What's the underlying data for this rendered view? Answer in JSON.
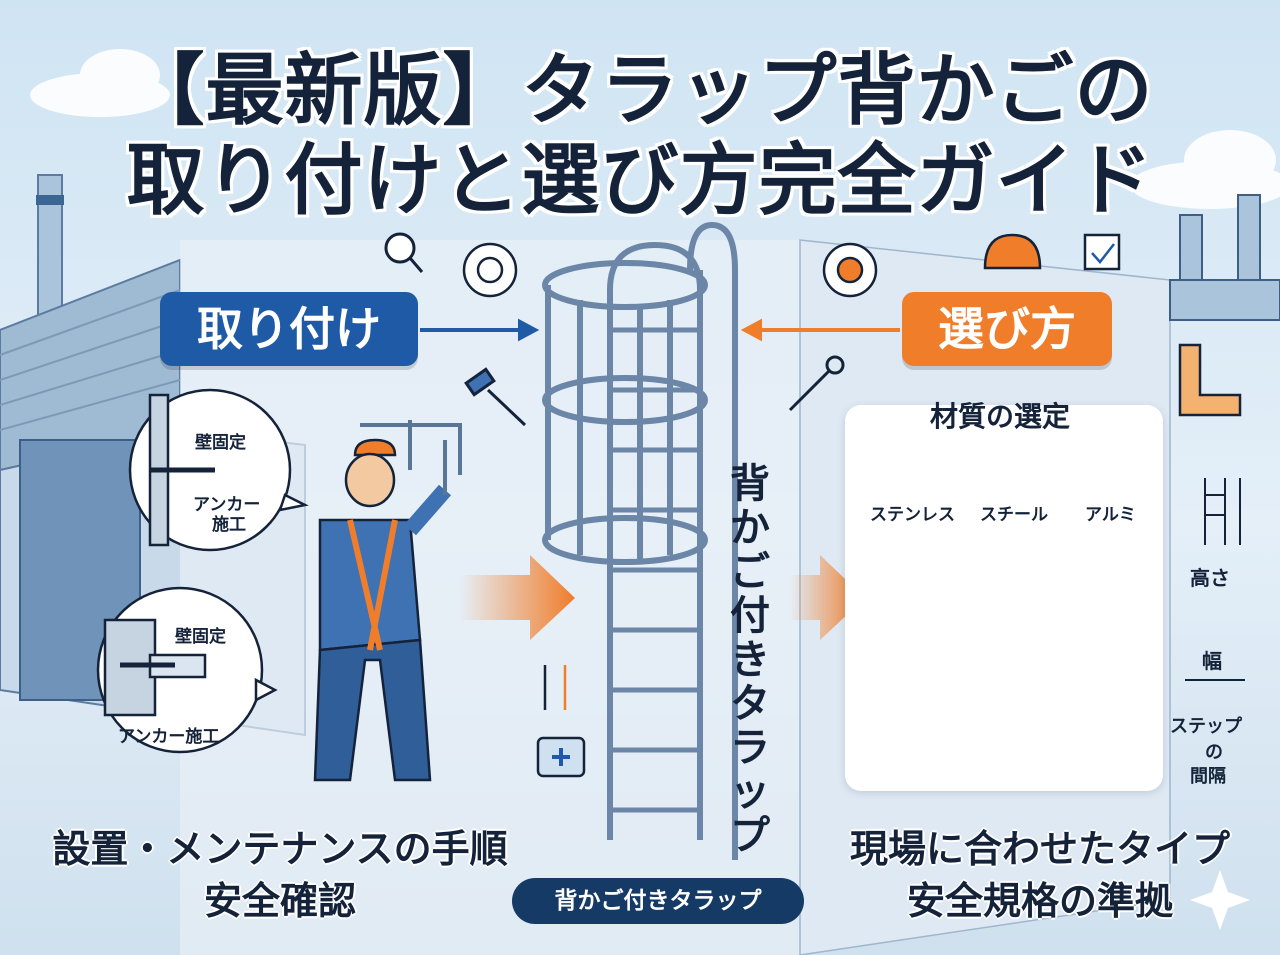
{
  "title": {
    "line1": "【最新版】タラップ背かごの",
    "line2": "取り付けと選び方完全ガイド"
  },
  "left": {
    "pill": "取り付け",
    "callout1": {
      "top": "壁固定",
      "bottom1": "アンカー",
      "bottom2": "施工"
    },
    "callout2": {
      "top": "壁固定",
      "bottom": "アンカー施工"
    },
    "caption_line1": "設置・メンテナンスの手順",
    "caption_line2": "安全確認"
  },
  "center": {
    "vertical_label": "背かご付きタラップ",
    "tag": "背かご付きタラップ"
  },
  "right": {
    "pill": "選び方",
    "panel_title": "材質の選定",
    "materials": [
      "ステンレス",
      "スチール",
      "アルミ"
    ],
    "side_labels": {
      "height": "高さ",
      "width": "幅",
      "step1": "ステップ",
      "step2": "の",
      "step3": "間隔"
    },
    "caption_line1": "現場に合わせたタイプ",
    "caption_line2": "安全規格の準拠"
  },
  "colors": {
    "navy": "#14233a",
    "blue": "#1f5aa6",
    "orange": "#f07d2a",
    "steel": "#7d94ad"
  }
}
